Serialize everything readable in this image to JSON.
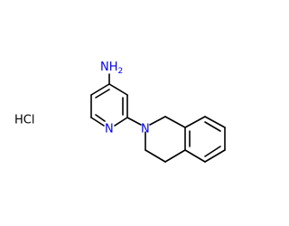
{
  "molecule": {
    "atoms": {
      "amine": "NH",
      "amine_subscript": "2",
      "pyridine_n": "N",
      "isoquinoline_n": "N",
      "salt": "HCl"
    },
    "colors": {
      "nitrogen": "#0000ff",
      "bond": "#000000",
      "salt": "#000000"
    }
  }
}
